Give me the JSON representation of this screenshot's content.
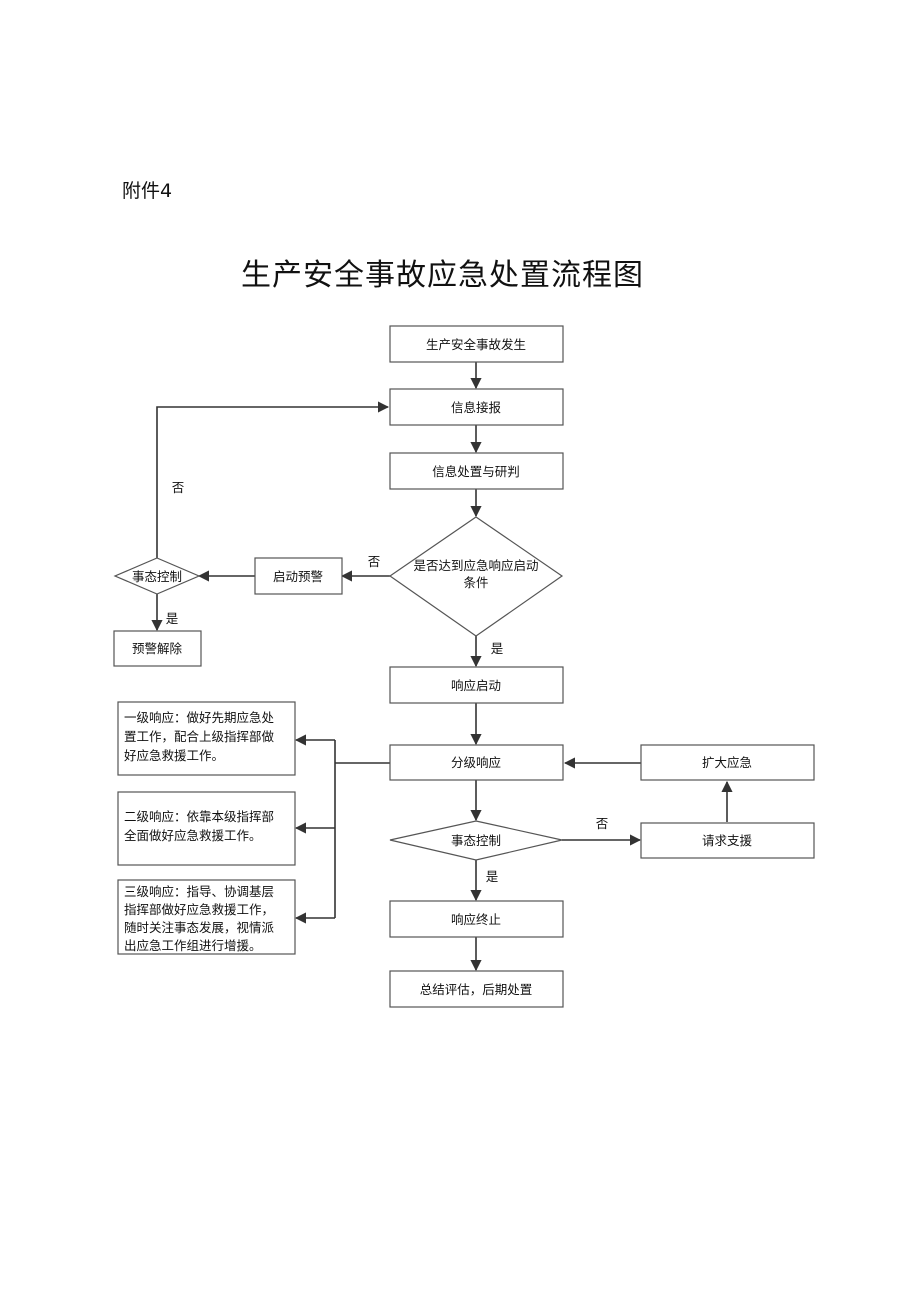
{
  "header": {
    "attachment": "附件4",
    "title": "生产安全事故应急处置流程图"
  },
  "nodes": {
    "occur": "生产安全事故发生",
    "report": "信息接报",
    "judge": "信息处置与研判",
    "condition": [
      "是否达到应急响应启动",
      "条件"
    ],
    "warn": "启动预警",
    "control_left": "事态控制",
    "lift": "预警解除",
    "start": "响应启动",
    "grade": "分级响应",
    "control_mid": "事态控制",
    "request": "请求支援",
    "expand": "扩大应急",
    "end": "响应终止",
    "summary": "总结评估，后期处置",
    "level1": [
      "一级响应：做好先期应急处",
      "置工作，配合上级指挥部做",
      "好应急救援工作。"
    ],
    "level2": [
      "二级响应：依靠本级指挥部",
      "全面做好应急救援工作。"
    ],
    "level3": [
      "三级响应：指导、协调基层",
      "指挥部做好应急救援工作，",
      "随时关注事态发展，视情派",
      "出应急工作组进行增援。"
    ]
  },
  "labels": {
    "no_loop": "否",
    "no_condition": "否",
    "yes_lift": "是",
    "yes_start": "是",
    "no_request": "否",
    "yes_end": "是"
  }
}
